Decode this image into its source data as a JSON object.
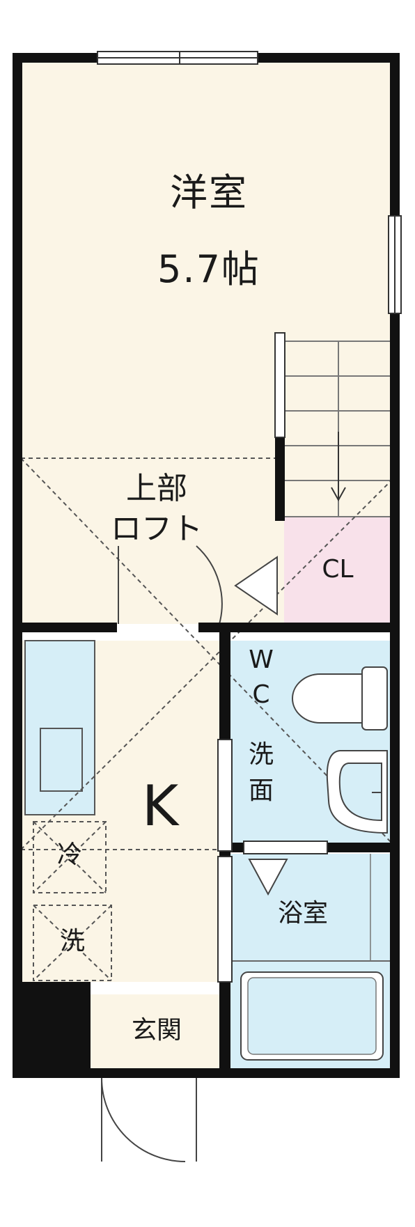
{
  "rooms": {
    "western": {
      "name": "洋室",
      "size": "5.7帖"
    },
    "loft": {
      "line1": "上部",
      "line2": "ロフト"
    },
    "closet": {
      "name": "CL"
    },
    "kitchen": {
      "name": "K"
    },
    "wc": {
      "line1": "W",
      "line2": "C",
      "line3": "洗",
      "line4": "面"
    },
    "fridge": {
      "name": "冷"
    },
    "washer": {
      "name": "洗"
    },
    "bath": {
      "name": "浴室"
    },
    "entrance": {
      "name": "玄関"
    }
  },
  "colors": {
    "wall": "#111111",
    "floor_room": "#fbf5e6",
    "wet_area": "#d6eef7",
    "closet": "#f8e1ea",
    "line": "#555555"
  }
}
